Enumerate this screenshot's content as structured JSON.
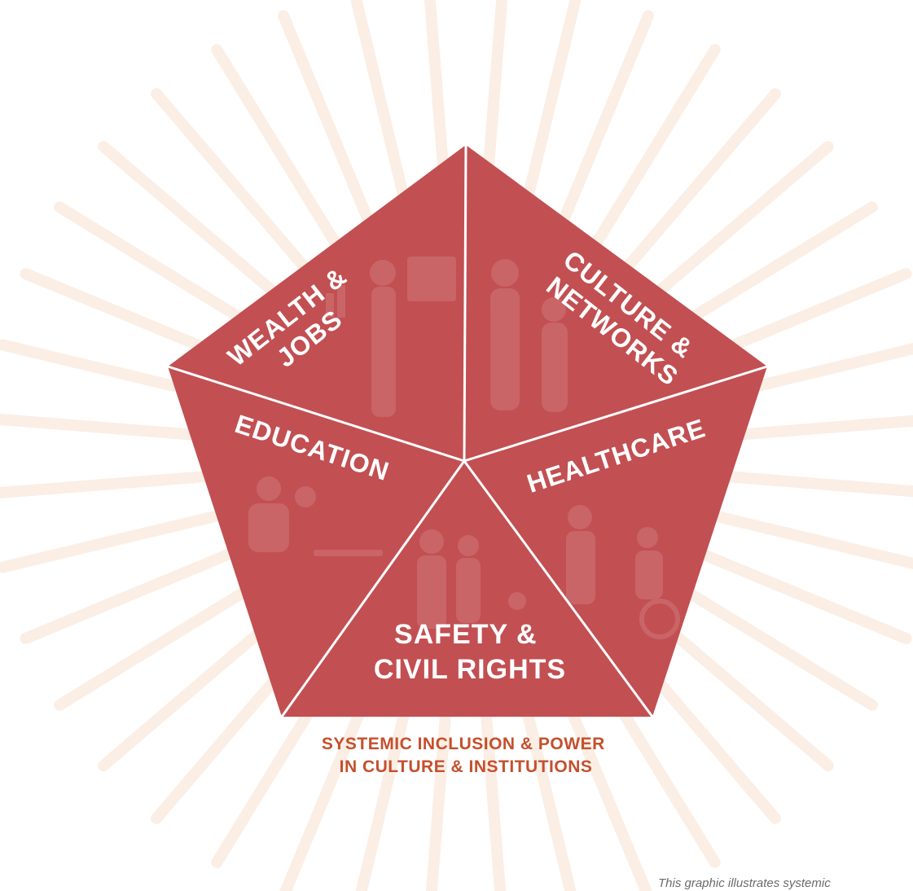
{
  "diagram": {
    "segments": {
      "wealth_jobs": [
        "WEALTH &",
        "JOBS"
      ],
      "culture_networks": [
        "CULTURE &",
        "NETWORKS"
      ],
      "education": "EDUCATION",
      "healthcare": "HEALTHCARE",
      "safety_civil_rights": [
        "SAFETY &",
        "CIVIL RIGHTS"
      ]
    },
    "base_label": [
      "SYSTEMIC INCLUSION & POWER",
      "IN CULTURE & INSTITUTIONS"
    ]
  },
  "caption": "This graphic illustrates systemic",
  "colors": {
    "pentagon": "#c24f52",
    "divider": "#ffffff",
    "rays": "#fbeee4",
    "base_label": "#c4502d",
    "caption": "#6b6b6b"
  }
}
